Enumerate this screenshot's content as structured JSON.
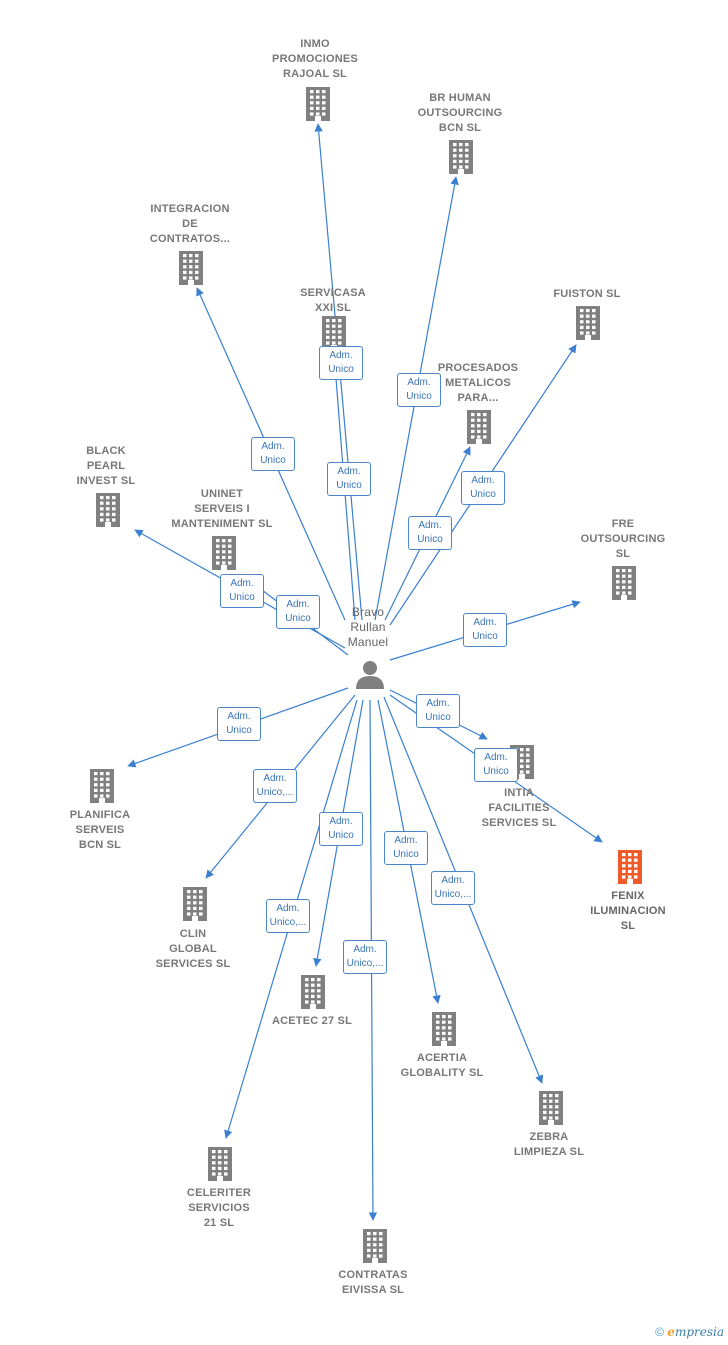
{
  "center": {
    "label": "Bravo\nRullan\nManuel"
  },
  "colors": {
    "edge": "#3a7fd0",
    "building": "#808080",
    "highlight": "#f05a28"
  },
  "nodes": [
    {
      "id": "inmo",
      "label": "INMO\nPROMOCIONES\nRAJOAL  SL"
    },
    {
      "id": "brhuman",
      "label": "BR HUMAN\nOUTSOURCING\nBCN SL"
    },
    {
      "id": "integracion",
      "label": "INTEGRACION\nDE\nCONTRATOS..."
    },
    {
      "id": "servicasa",
      "label": "SERVICASA\nXXI SL"
    },
    {
      "id": "fuiston",
      "label": "FUISTON  SL"
    },
    {
      "id": "procesados",
      "label": "PROCESADOS\nMETALICOS\nPARA..."
    },
    {
      "id": "blackpearl",
      "label": "BLACK\nPEARL\nINVEST SL"
    },
    {
      "id": "uninet",
      "label": "UNINET\nSERVEIS I\nMANTENIMENT SL"
    },
    {
      "id": "fre",
      "label": "FRE\nOUTSOURCING\nSL"
    },
    {
      "id": "intia",
      "label": "INTIA\nFACILITIES\nSERVICES  SL"
    },
    {
      "id": "fenix",
      "label": "FENIX\nILUMINACION\nSL",
      "highlight": true
    },
    {
      "id": "planifica",
      "label": "PLANIFICA\nSERVEIS\nBCN SL"
    },
    {
      "id": "clin",
      "label": "CLIN\nGLOBAL\nSERVICES  SL"
    },
    {
      "id": "acetec",
      "label": "ACETEC 27 SL"
    },
    {
      "id": "acertia",
      "label": "ACERTIA\nGLOBALITY SL"
    },
    {
      "id": "zebra",
      "label": "ZEBRA\nLIMPIEZA  SL"
    },
    {
      "id": "celeriter",
      "label": "CELERITER\nSERVICIOS\n21 SL"
    },
    {
      "id": "contratas",
      "label": "CONTRATAS\nEIVISSA  SL"
    }
  ],
  "edges": [
    {
      "target": "inmo",
      "label": "Adm.\nUnico"
    },
    {
      "target": "servicasa",
      "label": "Adm.\nUnico"
    },
    {
      "target": "brhuman",
      "label": "Adm.\nUnico"
    },
    {
      "target": "integracion",
      "label": "Adm.\nUnico"
    },
    {
      "target": "fuiston",
      "label": "Adm.\nUnico"
    },
    {
      "target": "procesados",
      "label": "Adm.\nUnico"
    },
    {
      "target": "blackpearl",
      "label": "Adm.\nUnico"
    },
    {
      "target": "uninet",
      "label": "Adm.\nUnico"
    },
    {
      "target": "fre",
      "label": "Adm.\nUnico"
    },
    {
      "target": "intia",
      "label": "Adm.\nUnico"
    },
    {
      "target": "fenix",
      "label": "Adm.\nUnico"
    },
    {
      "target": "planifica",
      "label": "Adm.\nUnico"
    },
    {
      "target": "clin",
      "label": "Adm.\nUnico,..."
    },
    {
      "target": "acetec",
      "label": "Adm.\nUnico"
    },
    {
      "target": "acertia",
      "label": "Adm.\nUnico"
    },
    {
      "target": "zebra",
      "label": "Adm.\nUnico,..."
    },
    {
      "target": "celeriter",
      "label": "Adm.\nUnico,..."
    },
    {
      "target": "contratas",
      "label": "Adm.\nUnico,..."
    }
  ],
  "footer": {
    "copyright": "©",
    "brand_initial": "e",
    "brand_rest": "mpresia"
  }
}
